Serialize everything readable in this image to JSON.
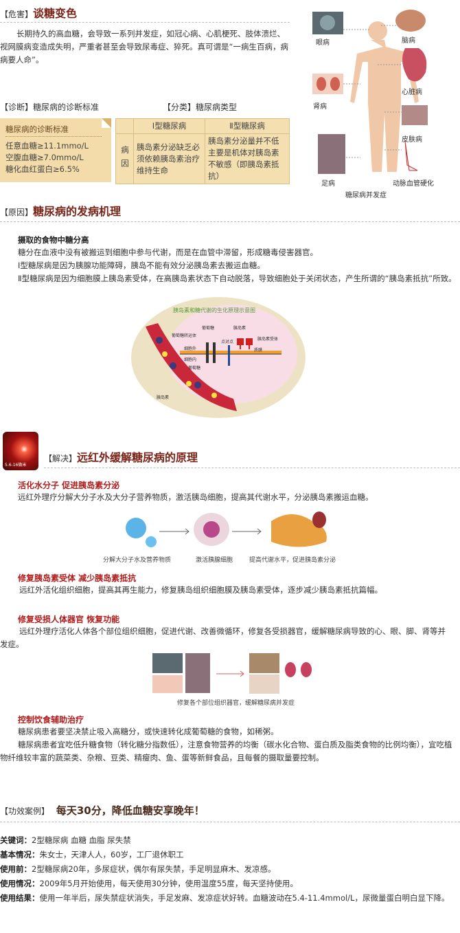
{
  "harm": {
    "tag": "【危害】",
    "title": "谈糖变色",
    "text": "长期持久的高血糖，会导致一系列并发症，如冠心病、心肌梗死、肢体溃烂、视网膜病变造成失明，严重者甚至会导致尿毒症、猝死。真可谓是“一病生百病，病病要人命”。"
  },
  "diagnosis": {
    "heading": "【诊断】糖尿病的诊断标准",
    "box_title": "糖尿病的诊断标准",
    "items": [
      "任意血糖≥11.1mmo/L",
      "空腹血糖≥7.0mmo/L",
      "糖化血红蛋白≥6.5%"
    ]
  },
  "classification": {
    "heading": "【分类】糖尿病类型",
    "col1": "Ⅰ型糖尿病",
    "col2": "Ⅱ型糖尿病",
    "row_label": "病因",
    "type1": "胰岛素分泌缺乏必须依赖胰岛素治疗维持生命",
    "type2": "胰岛素分泌量并不低主要是机体对胰岛素不敏感（即胰岛素抵抗）"
  },
  "complications": {
    "caption": "糖尿病并发症",
    "labels": [
      "眼病",
      "脑病",
      "心脏病",
      "肾病",
      "皮肤病",
      "足病",
      "动脉血管硬化"
    ]
  },
  "cause": {
    "tag": "【原因】",
    "title": "糖尿病的发病机理",
    "subheading": "摄取的食物中糖分高",
    "lines": [
      "糖分在血液中没有被搬运到细胞中参与代谢，而是在血管中滞留，形成糖毒侵害器官。",
      "Ⅰ型糖尿病是因为胰腺功能障碍，胰岛不能有效分泌胰岛素去搬运血糖。",
      "Ⅱ型糖尿病是因为细胞膜上胰岛素受体，在高胰岛素状态下自动脱落，导致细胞处于关闭状态，产生所谓的“胰岛素抵抗”所致。"
    ],
    "diagram": {
      "title": "胰岛素和糖代谢的生化原理示意图",
      "labels": {
        "glucose_top": "葡萄糖",
        "transporter": "葡萄糖转运体",
        "outside": "细胞外",
        "inside": "细胞内",
        "glucose": "葡萄糖",
        "point": "点对点",
        "insulin_top": "胰岛素",
        "receptor": "胰岛素受体",
        "membrane": "质膜",
        "insulin": "胰岛素"
      }
    }
  },
  "solution": {
    "badge": "5.6-16微米",
    "tag": "【解决】",
    "title": "远红外缓解糖尿病的原理",
    "s1": {
      "heading": "活化水分子 促进胰岛素分泌",
      "text": "远红外理疗分解大分子水及大分子营养物质，激活胰岛细胞，提高其代谢水平，分泌胰岛素搬运血糖。",
      "captions": [
        "分解大分子水及营养物质",
        "激活胰腺细胞",
        "提高代谢水平，促进胰岛素分泌"
      ]
    },
    "s2": {
      "heading": "修复胰岛素受体 减少胰岛素抵抗",
      "text": "远红外活化组织细胞，提高其再生能力，修复胰岛组织细胞膜及胰岛素受体，逐步减少胰岛素抵抗篇幅。"
    },
    "s3": {
      "heading": "修复受损人体器官 恢复功能",
      "text": "远红外理疗活化人体各个部位组织细胞，促进代谢、改善微循环，修复各受损器官，缓解糖尿病导致的心、眼、脚、肾等并发症。",
      "caption": "修复各个部位组织器官，缓解糖尿病并发症"
    },
    "s4": {
      "heading": "控制饮食辅助治疗",
      "line1": "糖尿病患者要坚决禁止吸入高糖分，或快速转化成葡萄糖的食物，如稀粥。",
      "line2": "糖尿病患者宜吃低升糖食物（转化糖分指数低），注意食物营养的均衡（碳水化合物、蛋白质及脂类食物的比例均衡），宜吃植物纤维较丰富的蔬菜类、杂粮、豆类、精瘦肉、鱼、蛋等新鲜食品，且每餐的摄取量要控制。"
    }
  },
  "case": {
    "tag": "【功效案例】",
    "title": "每天30分，降低血糖安享晚年！",
    "rows": [
      {
        "k": "关键词：",
        "v": "2型糖尿病 血糖 血脂 尿失禁"
      },
      {
        "k": "基本情况：",
        "v": "朱女士，天津人人，60岁，工厂退休职工"
      },
      {
        "k": "使用前：",
        "v": "2型糖尿病20年，多尿症状，偶尔有尿失禁，手足明显麻木、发凉感。"
      },
      {
        "k": "使用情况：",
        "v": "2009年5月开始使用，每天使用30分钟，使用温度55度，每天坚持使用。"
      },
      {
        "k": "使用结果：",
        "v": "使用一年半后，尿失禁症状消失，手足发麻、发凉症状好转。血糖波动在5.4-11.4mmol/L，尿微量蛋白明白显下降。"
      }
    ]
  }
}
